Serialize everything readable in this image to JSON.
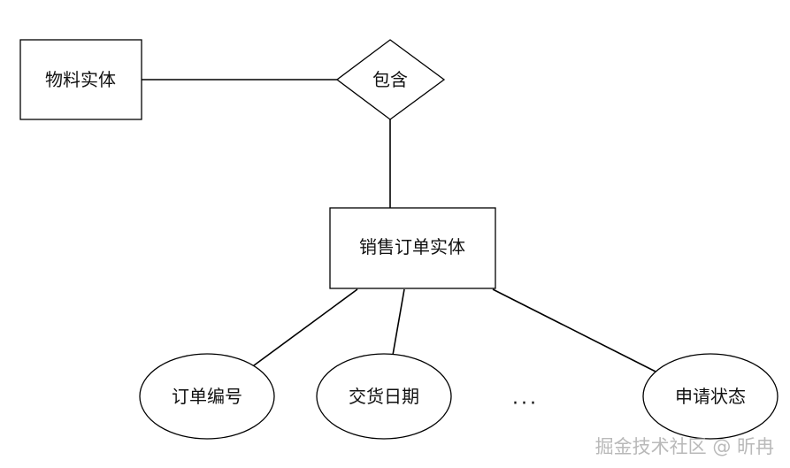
{
  "diagram": {
    "entities": {
      "material": "物料实体",
      "sales_order": "销售订单实体"
    },
    "relationship": "包含",
    "attributes": {
      "order_number": "订单编号",
      "delivery_date": "交货日期",
      "ellipsis": "...",
      "application_status": "申请状态"
    }
  },
  "watermark": "掘金技术社区 @ 昕冉"
}
